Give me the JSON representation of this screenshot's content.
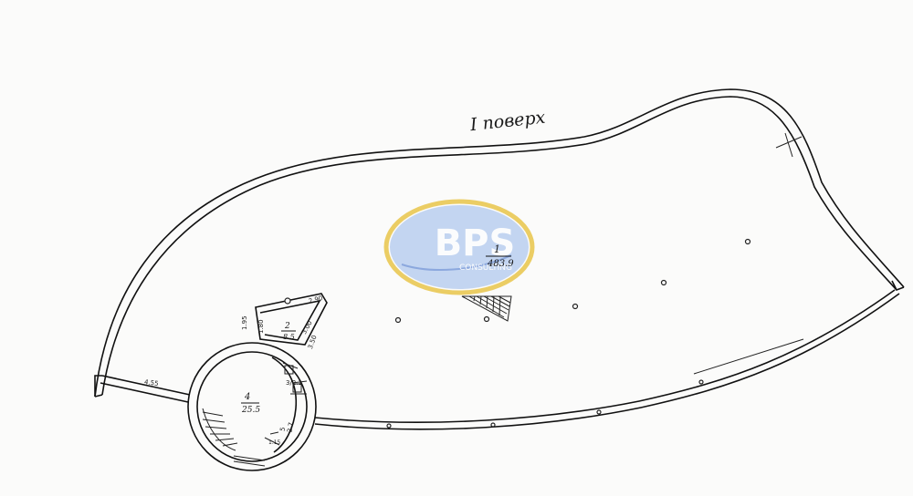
{
  "floor_title": "I поверх",
  "main_room": {
    "number": "1",
    "area": "483.9"
  },
  "stair_room": {
    "number": "4",
    "area": "25.5"
  },
  "side_room": {
    "number": "2",
    "area": "8.5"
  },
  "small_room": {
    "number": "3",
    "area": "2.1"
  },
  "corridor_room": {
    "number": "5",
    "area": "2.7"
  },
  "dimensions": {
    "entry_width": "4.55",
    "side_top": "2.90",
    "side_left_a": "1.95",
    "side_left_b": "1.80",
    "side_diag": "3.00",
    "side_right": "3.50",
    "bottom_small": "1.15"
  },
  "watermark": {
    "text_main": "BPS",
    "text_sub": "CONSULTING",
    "colors": {
      "ring": "#e9c64a",
      "fill": "#a9c3ec",
      "text": "#ffffff"
    }
  }
}
